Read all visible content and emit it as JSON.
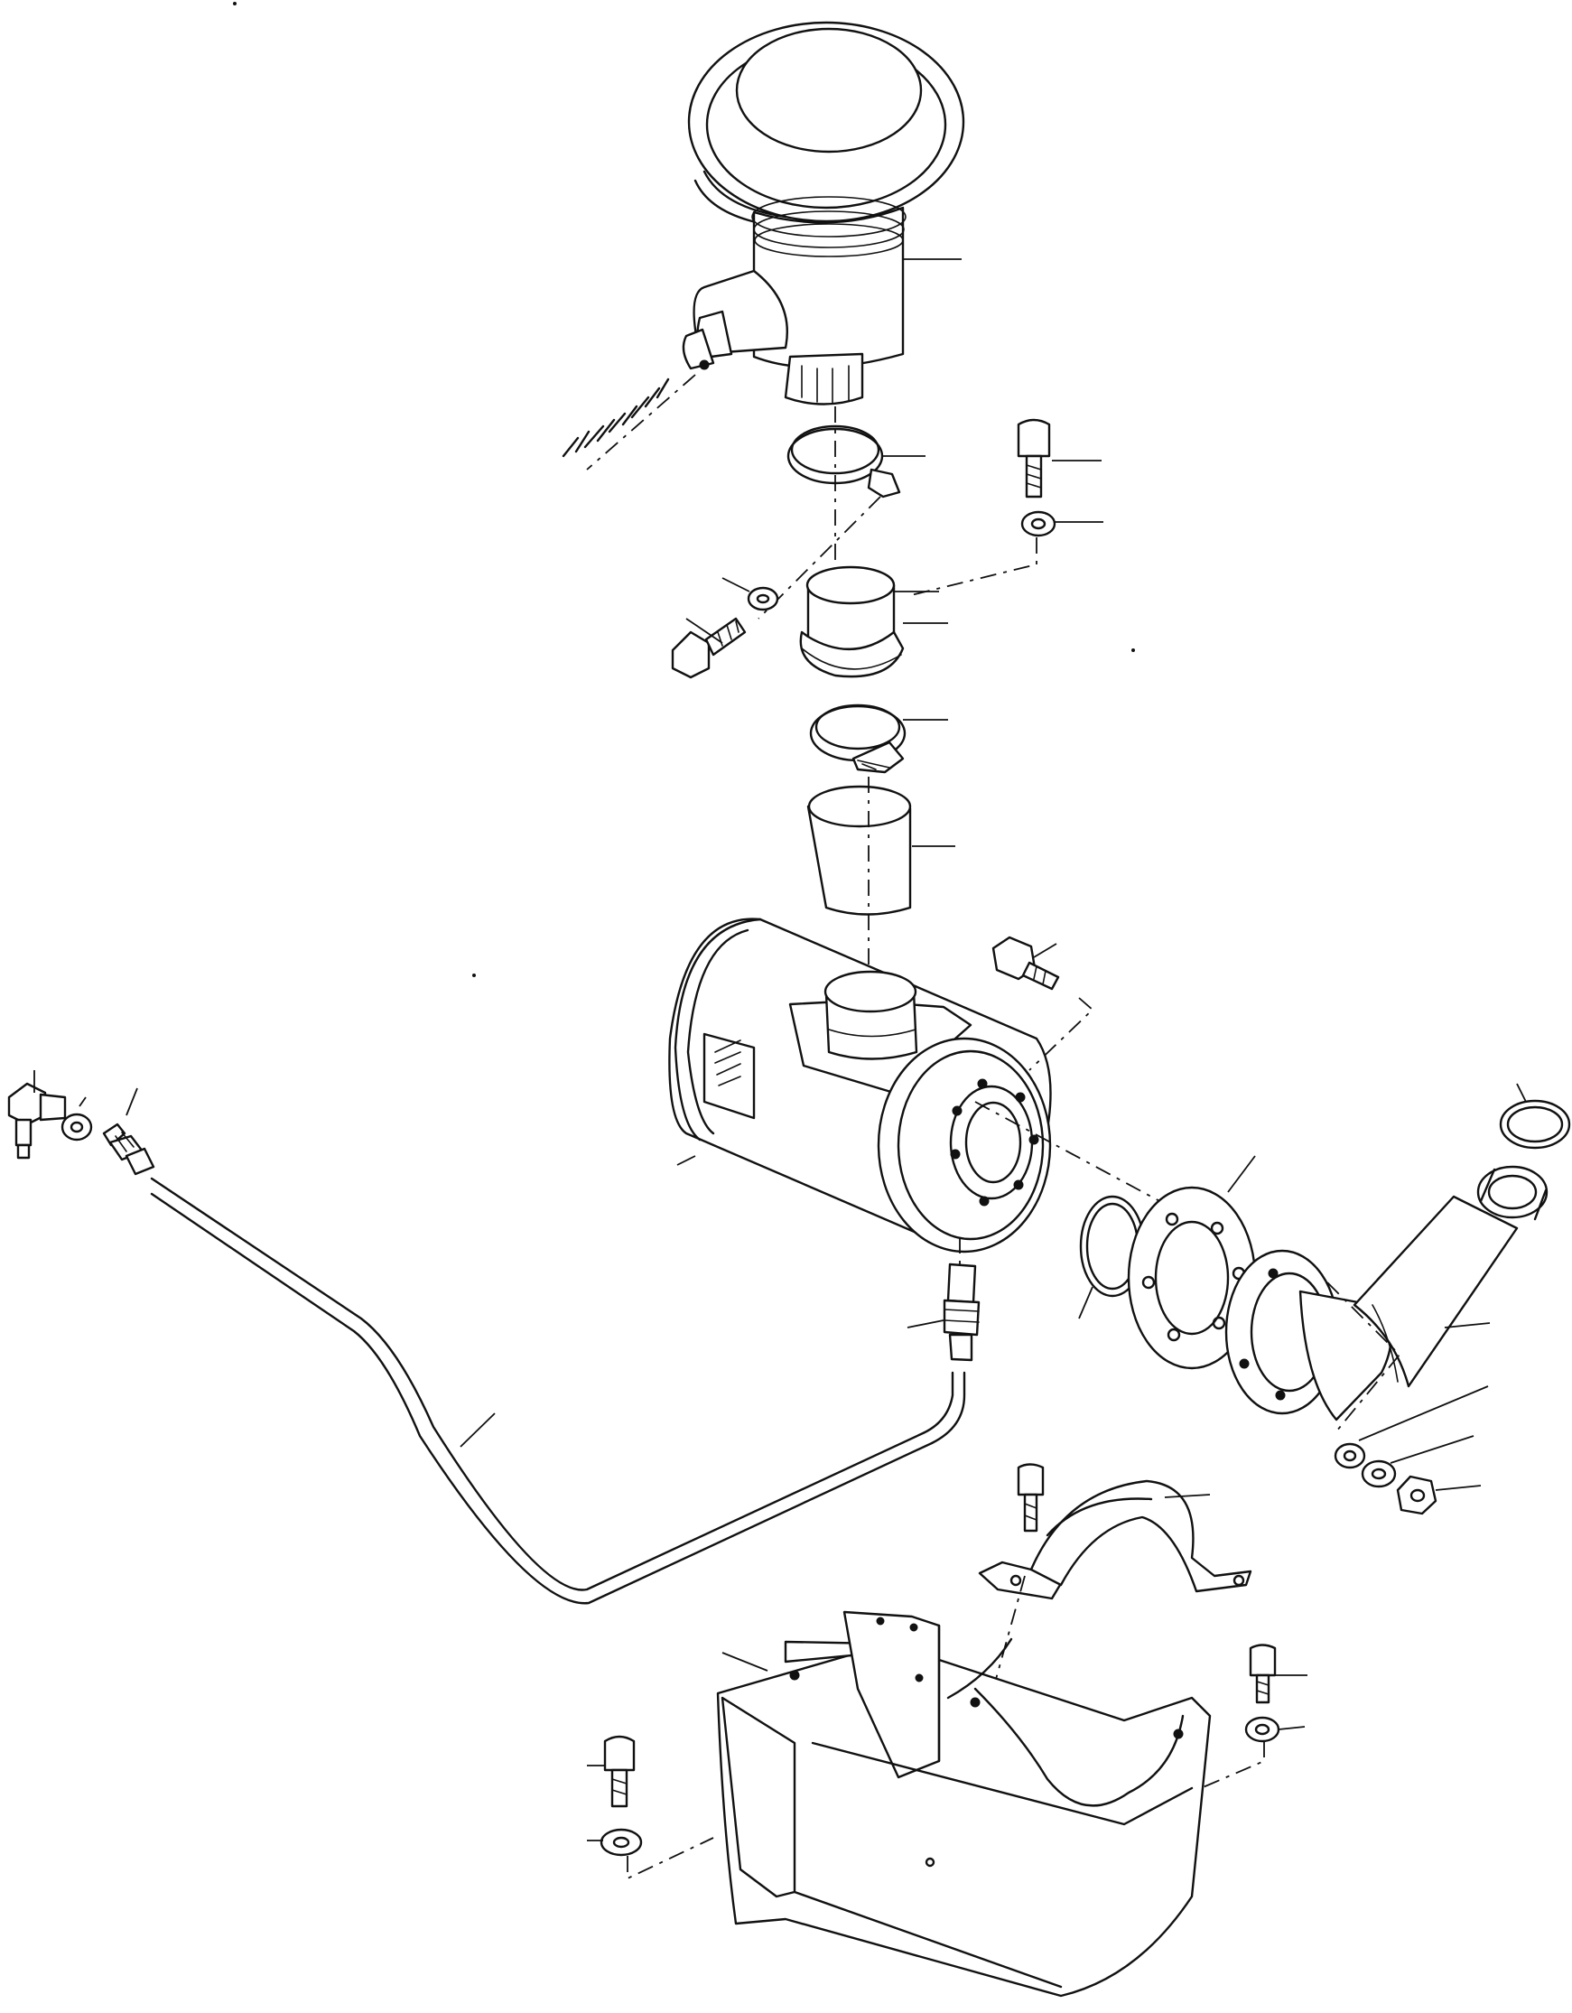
{
  "diagram": {
    "kind": "exploded-parts-view",
    "subject": "air-cleaner-assembly",
    "line_color": "#111111",
    "background": "#ffffff",
    "parts": [
      {
        "id": "precleaner-cap"
      },
      {
        "id": "precleaner-bowl"
      },
      {
        "id": "vacuator-valve"
      },
      {
        "id": "hose-clamp-upper"
      },
      {
        "id": "adapter-flange"
      },
      {
        "id": "hose-clamp-lower"
      },
      {
        "id": "rubber-hose"
      },
      {
        "id": "air-cleaner-body"
      },
      {
        "id": "restriction-indicator"
      },
      {
        "id": "outlet-flange"
      },
      {
        "id": "flange-gasket"
      },
      {
        "id": "o-ring-small"
      },
      {
        "id": "elbow-pipe"
      },
      {
        "id": "o-ring-elbow"
      },
      {
        "id": "tube-line"
      },
      {
        "id": "elbow-fitting"
      },
      {
        "id": "banjo-washer"
      },
      {
        "id": "union-connector"
      },
      {
        "id": "mounting-strap"
      },
      {
        "id": "support-bracket"
      },
      {
        "id": "bolts"
      },
      {
        "id": "washers"
      },
      {
        "id": "nut"
      }
    ]
  }
}
